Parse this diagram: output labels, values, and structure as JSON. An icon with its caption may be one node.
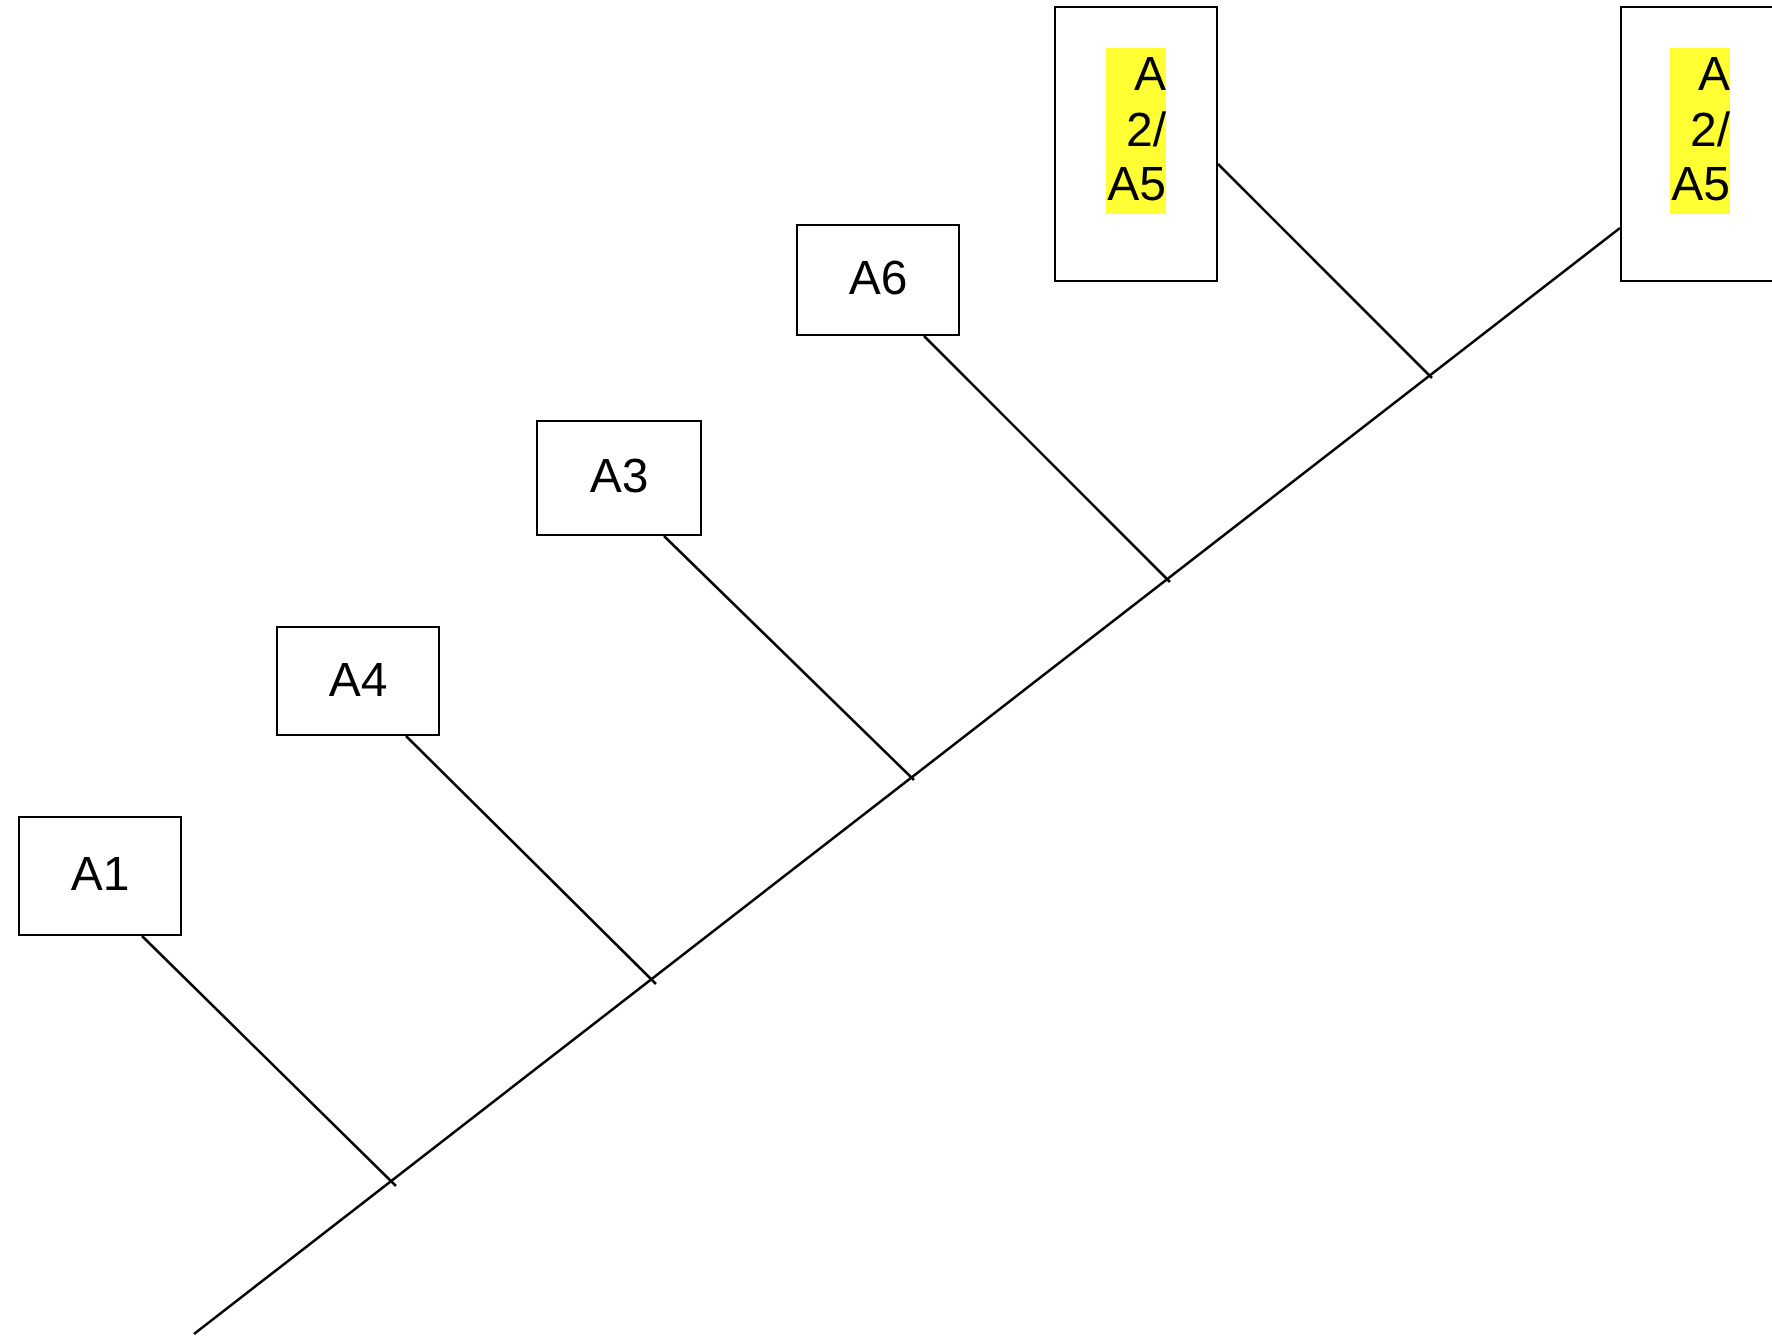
{
  "diagram": {
    "nodes": [
      {
        "text": [
          "A1"
        ]
      },
      {
        "text": [
          "A4"
        ]
      },
      {
        "text": [
          "A3"
        ]
      },
      {
        "text": [
          "A6"
        ]
      },
      {
        "text": [
          "A2/A5"
        ]
      },
      {
        "text": [
          "A2/A5"
        ]
      }
    ],
    "edges": [
      {
        "from": 0,
        "to": null,
        "arrow": "none"
      },
      {
        "from": 1,
        "to": null,
        "arrow": "none"
      },
      {
        "from": 2,
        "to": null,
        "arrow": "none"
      },
      {
        "from": 3,
        "to": null,
        "arrow": "none"
      },
      {
        "from": 4,
        "to": null,
        "arrow": "none"
      },
      {
        "from": null,
        "to": 5,
        "arrow": "none"
      }
    ]
  }
}
